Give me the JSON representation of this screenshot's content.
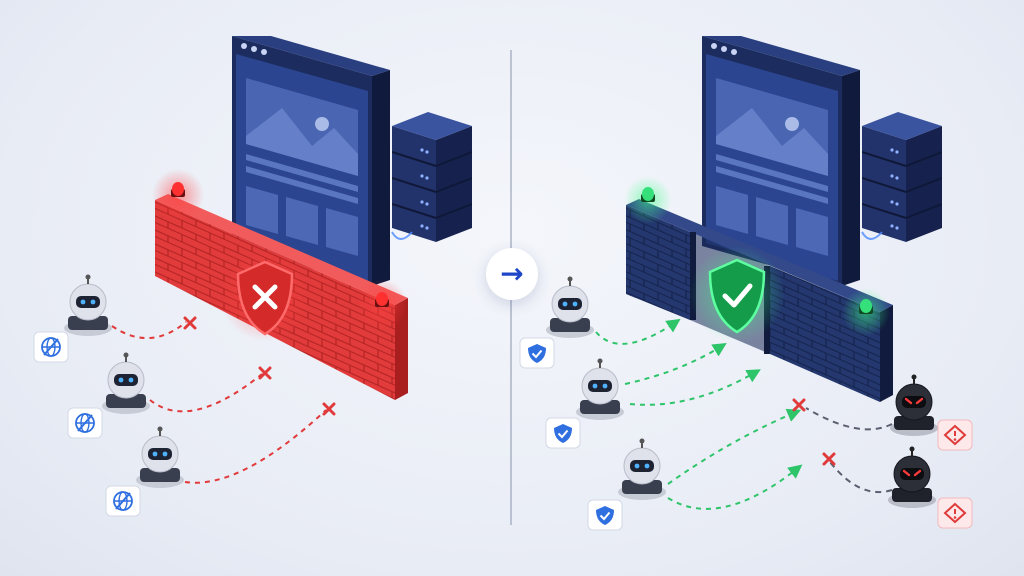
{
  "transition_icon": "arrow-right-icon",
  "colors": {
    "blocked_red": "#e03a3a",
    "allowed_green": "#2ec46a",
    "malicious_gray": "#5a6070",
    "firewall_blue": "#233a7a",
    "browser_navy": "#1d2f63",
    "badge_blue": "#2f6fe0"
  },
  "before": {
    "firewall_status": "blocked",
    "shield_icon": "shield-x-icon",
    "bots": [
      {
        "badge_icon": "globe-crossed-icon",
        "status": "blocked"
      },
      {
        "badge_icon": "globe-crossed-icon",
        "status": "blocked"
      },
      {
        "badge_icon": "globe-crossed-icon",
        "status": "blocked"
      }
    ]
  },
  "after": {
    "firewall_status": "allowed",
    "shield_icon": "shield-check-icon",
    "good_bots": [
      {
        "badge_icon": "shield-check-icon",
        "status": "allowed"
      },
      {
        "badge_icon": "shield-check-icon",
        "status": "allowed"
      },
      {
        "badge_icon": "shield-check-icon",
        "status": "allowed"
      }
    ],
    "bad_bots": [
      {
        "badge_icon": "warning-icon",
        "status": "blocked"
      },
      {
        "badge_icon": "warning-icon",
        "status": "blocked"
      }
    ]
  }
}
